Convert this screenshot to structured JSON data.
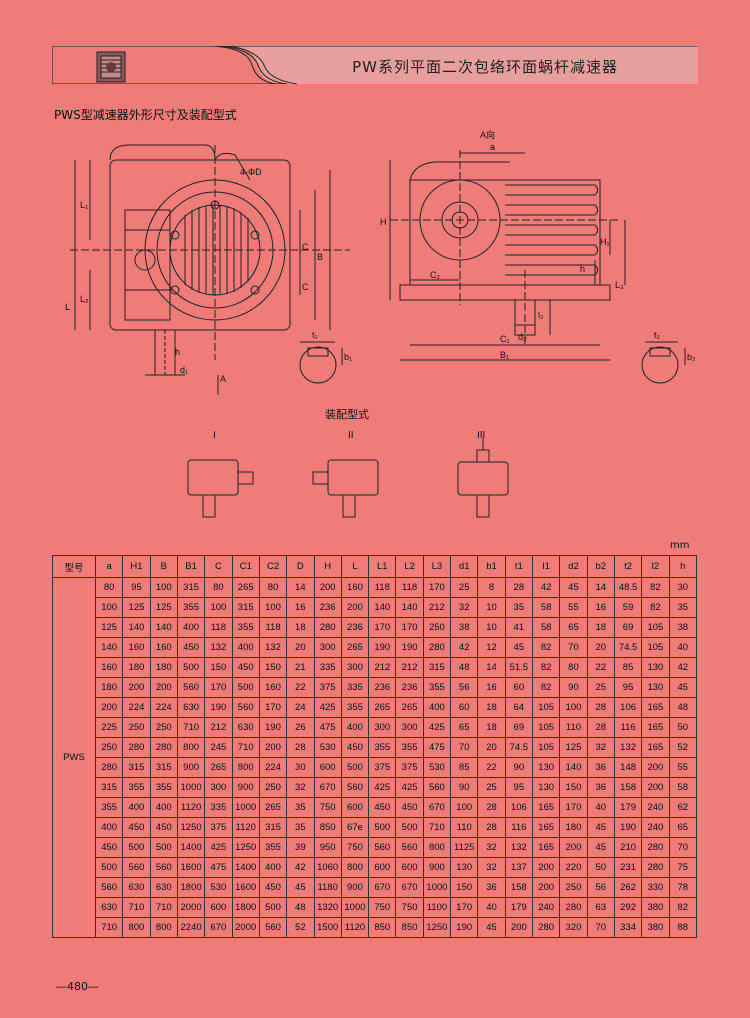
{
  "header": {
    "title": "PW系列平面二次包络环面蜗杆减速器"
  },
  "section_title": "PWS型减速器外形尺寸及装配型式",
  "drawing": {
    "view_label": "A向",
    "bolt_label": "4-ΦD",
    "arrow_label": "A",
    "assembly_title": "装配型式",
    "assembly_types": [
      "I",
      "II",
      "III"
    ],
    "dim_labels": [
      "L1",
      "L",
      "L2",
      "C",
      "B",
      "C",
      "h",
      "d1",
      "t1",
      "b1",
      "a",
      "H",
      "H1",
      "h",
      "L3",
      "C2",
      "l2",
      "d2",
      "C1",
      "B1",
      "t2",
      "b2"
    ]
  },
  "unit": "mm",
  "table": {
    "headers": [
      "型号",
      "a",
      "H1",
      "B",
      "B1",
      "C",
      "C1",
      "C2",
      "D",
      "H",
      "L",
      "L1",
      "L2",
      "L3",
      "d1",
      "b1",
      "t1",
      "l1",
      "d2",
      "b2",
      "t2",
      "l2",
      "h"
    ],
    "model": "PWS",
    "rows": [
      [
        "80",
        "95",
        "100",
        "315",
        "80",
        "265",
        "80",
        "14",
        "200",
        "160",
        "118",
        "118",
        "170",
        "25",
        "8",
        "28",
        "42",
        "45",
        "14",
        "48.5",
        "82",
        "30"
      ],
      [
        "100",
        "125",
        "125",
        "355",
        "100",
        "315",
        "100",
        "16",
        "236",
        "200",
        "140",
        "140",
        "212",
        "32",
        "10",
        "35",
        "58",
        "55",
        "16",
        "59",
        "82",
        "35"
      ],
      [
        "125",
        "140",
        "140",
        "400",
        "118",
        "355",
        "118",
        "18",
        "280",
        "236",
        "170",
        "170",
        "250",
        "38",
        "10",
        "41",
        "58",
        "65",
        "18",
        "69",
        "105",
        "38"
      ],
      [
        "140",
        "160",
        "160",
        "450",
        "132",
        "400",
        "132",
        "20",
        "300",
        "265",
        "190",
        "190",
        "280",
        "42",
        "12",
        "45",
        "82",
        "70",
        "20",
        "74.5",
        "105",
        "40"
      ],
      [
        "160",
        "180",
        "180",
        "500",
        "150",
        "450",
        "150",
        "21",
        "335",
        "300",
        "212",
        "212",
        "315",
        "48",
        "14",
        "51.5",
        "82",
        "80",
        "22",
        "85",
        "130",
        "42"
      ],
      [
        "180",
        "200",
        "200",
        "560",
        "170",
        "500",
        "160",
        "22",
        "375",
        "335",
        "236",
        "236",
        "355",
        "56",
        "16",
        "60",
        "82",
        "90",
        "25",
        "95",
        "130",
        "45"
      ],
      [
        "200",
        "224",
        "224",
        "630",
        "190",
        "560",
        "170",
        "24",
        "425",
        "355",
        "265",
        "265",
        "400",
        "60",
        "18",
        "64",
        "105",
        "100",
        "28",
        "106",
        "165",
        "48"
      ],
      [
        "225",
        "250",
        "250",
        "710",
        "212",
        "630",
        "190",
        "26",
        "475",
        "400",
        "300",
        "300",
        "425",
        "65",
        "18",
        "69",
        "105",
        "110",
        "28",
        "116",
        "165",
        "50"
      ],
      [
        "250",
        "280",
        "280",
        "800",
        "245",
        "710",
        "200",
        "28",
        "530",
        "450",
        "355",
        "355",
        "475",
        "70",
        "20",
        "74.5",
        "105",
        "125",
        "32",
        "132",
        "165",
        "52"
      ],
      [
        "280",
        "315",
        "315",
        "900",
        "265",
        "800",
        "224",
        "30",
        "600",
        "500",
        "375",
        "375",
        "530",
        "85",
        "22",
        "90",
        "130",
        "140",
        "36",
        "148",
        "200",
        "55"
      ],
      [
        "315",
        "355",
        "355",
        "1000",
        "300",
        "900",
        "250",
        "32",
        "670",
        "560",
        "425",
        "425",
        "560",
        "90",
        "25",
        "95",
        "130",
        "150",
        "36",
        "158",
        "200",
        "58"
      ],
      [
        "355",
        "400",
        "400",
        "1120",
        "335",
        "1000",
        "265",
        "35",
        "750",
        "600",
        "450",
        "450",
        "670",
        "100",
        "28",
        "106",
        "165",
        "170",
        "40",
        "179",
        "240",
        "62"
      ],
      [
        "400",
        "450",
        "450",
        "1250",
        "375",
        "1120",
        "315",
        "35",
        "850",
        "67e",
        "500",
        "500",
        "710",
        "110",
        "28",
        "116",
        "165",
        "180",
        "45",
        "190",
        "240",
        "65"
      ],
      [
        "450",
        "500",
        "500",
        "1400",
        "425",
        "1250",
        "355",
        "39",
        "950",
        "750",
        "560",
        "560",
        "800",
        "1125",
        "32",
        "132",
        "165",
        "200",
        "45",
        "210",
        "280",
        "70"
      ],
      [
        "500",
        "560",
        "560",
        "1600",
        "475",
        "1400",
        "400",
        "42",
        "1060",
        "800",
        "600",
        "600",
        "900",
        "130",
        "32",
        "137",
        "200",
        "220",
        "50",
        "231",
        "280",
        "75"
      ],
      [
        "560",
        "630",
        "630",
        "1800",
        "530",
        "1600",
        "450",
        "45",
        "1180",
        "900",
        "670",
        "670",
        "1000",
        "150",
        "36",
        "158",
        "200",
        "250",
        "56",
        "262",
        "330",
        "78"
      ],
      [
        "630",
        "710",
        "710",
        "2000",
        "600",
        "1800",
        "500",
        "48",
        "1320",
        "1000",
        "750",
        "750",
        "1100",
        "170",
        "40",
        "179",
        "240",
        "280",
        "63",
        "292",
        "380",
        "82"
      ],
      [
        "710",
        "800",
        "800",
        "2240",
        "670",
        "2000",
        "560",
        "52",
        "1500",
        "1120",
        "850",
        "850",
        "1250",
        "190",
        "45",
        "200",
        "280",
        "320",
        "70",
        "334",
        "380",
        "88"
      ]
    ]
  },
  "page_number": "—480—",
  "colors": {
    "background": "#f07c7a",
    "header_band": "#e2a0a0",
    "line": "#222222"
  }
}
